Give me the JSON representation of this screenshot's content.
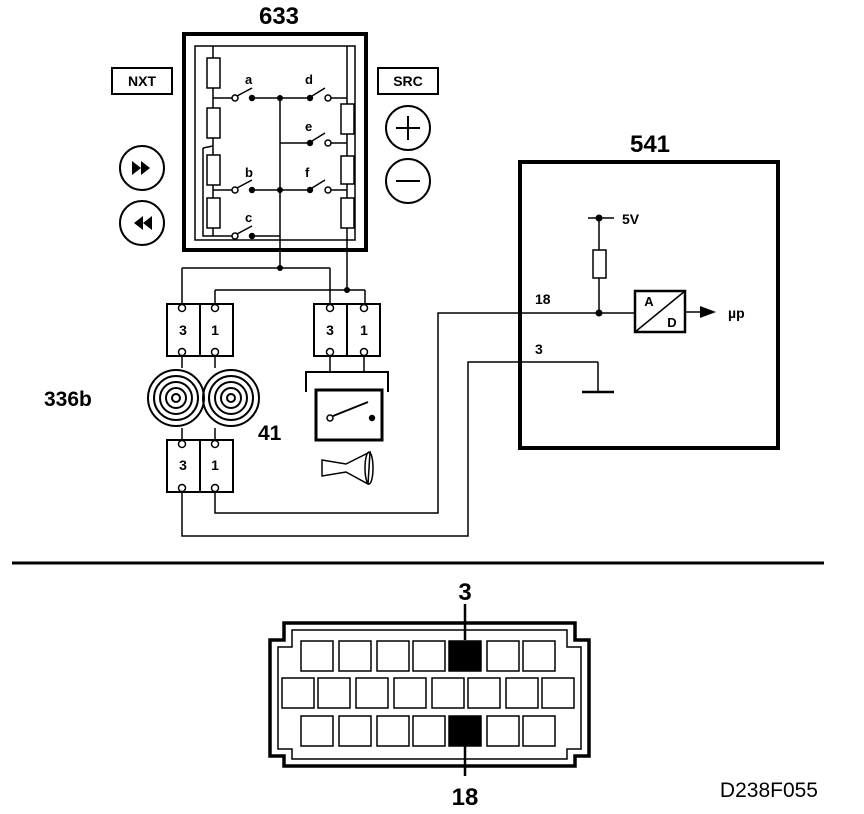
{
  "labels": {
    "switch_unit": "633",
    "computer_unit": "541",
    "rotary_contact": "336b",
    "horn": "41",
    "nxt": "NXT",
    "src": "SRC",
    "sw_a": "a",
    "sw_b": "b",
    "sw_c": "c",
    "sw_d": "d",
    "sw_e": "e",
    "sw_f": "f",
    "supply": "5V",
    "pin18": "18",
    "pin3": "3",
    "adc_a": "A",
    "adc_d": "D",
    "micro": "µp",
    "conn_left_a": "3",
    "conn_left_b": "1",
    "conn_right_a": "3",
    "conn_right_b": "1",
    "conn_low_a": "3",
    "conn_low_b": "1",
    "connector_top_pin": "3",
    "connector_bottom_pin": "18",
    "ref_code": "D238F055"
  },
  "icons": {
    "plus": "plus-circle-icon",
    "minus": "minus-circle-icon",
    "forward": "fast-forward-icon",
    "rewind": "rewind-icon",
    "horn": "horn-icon"
  }
}
